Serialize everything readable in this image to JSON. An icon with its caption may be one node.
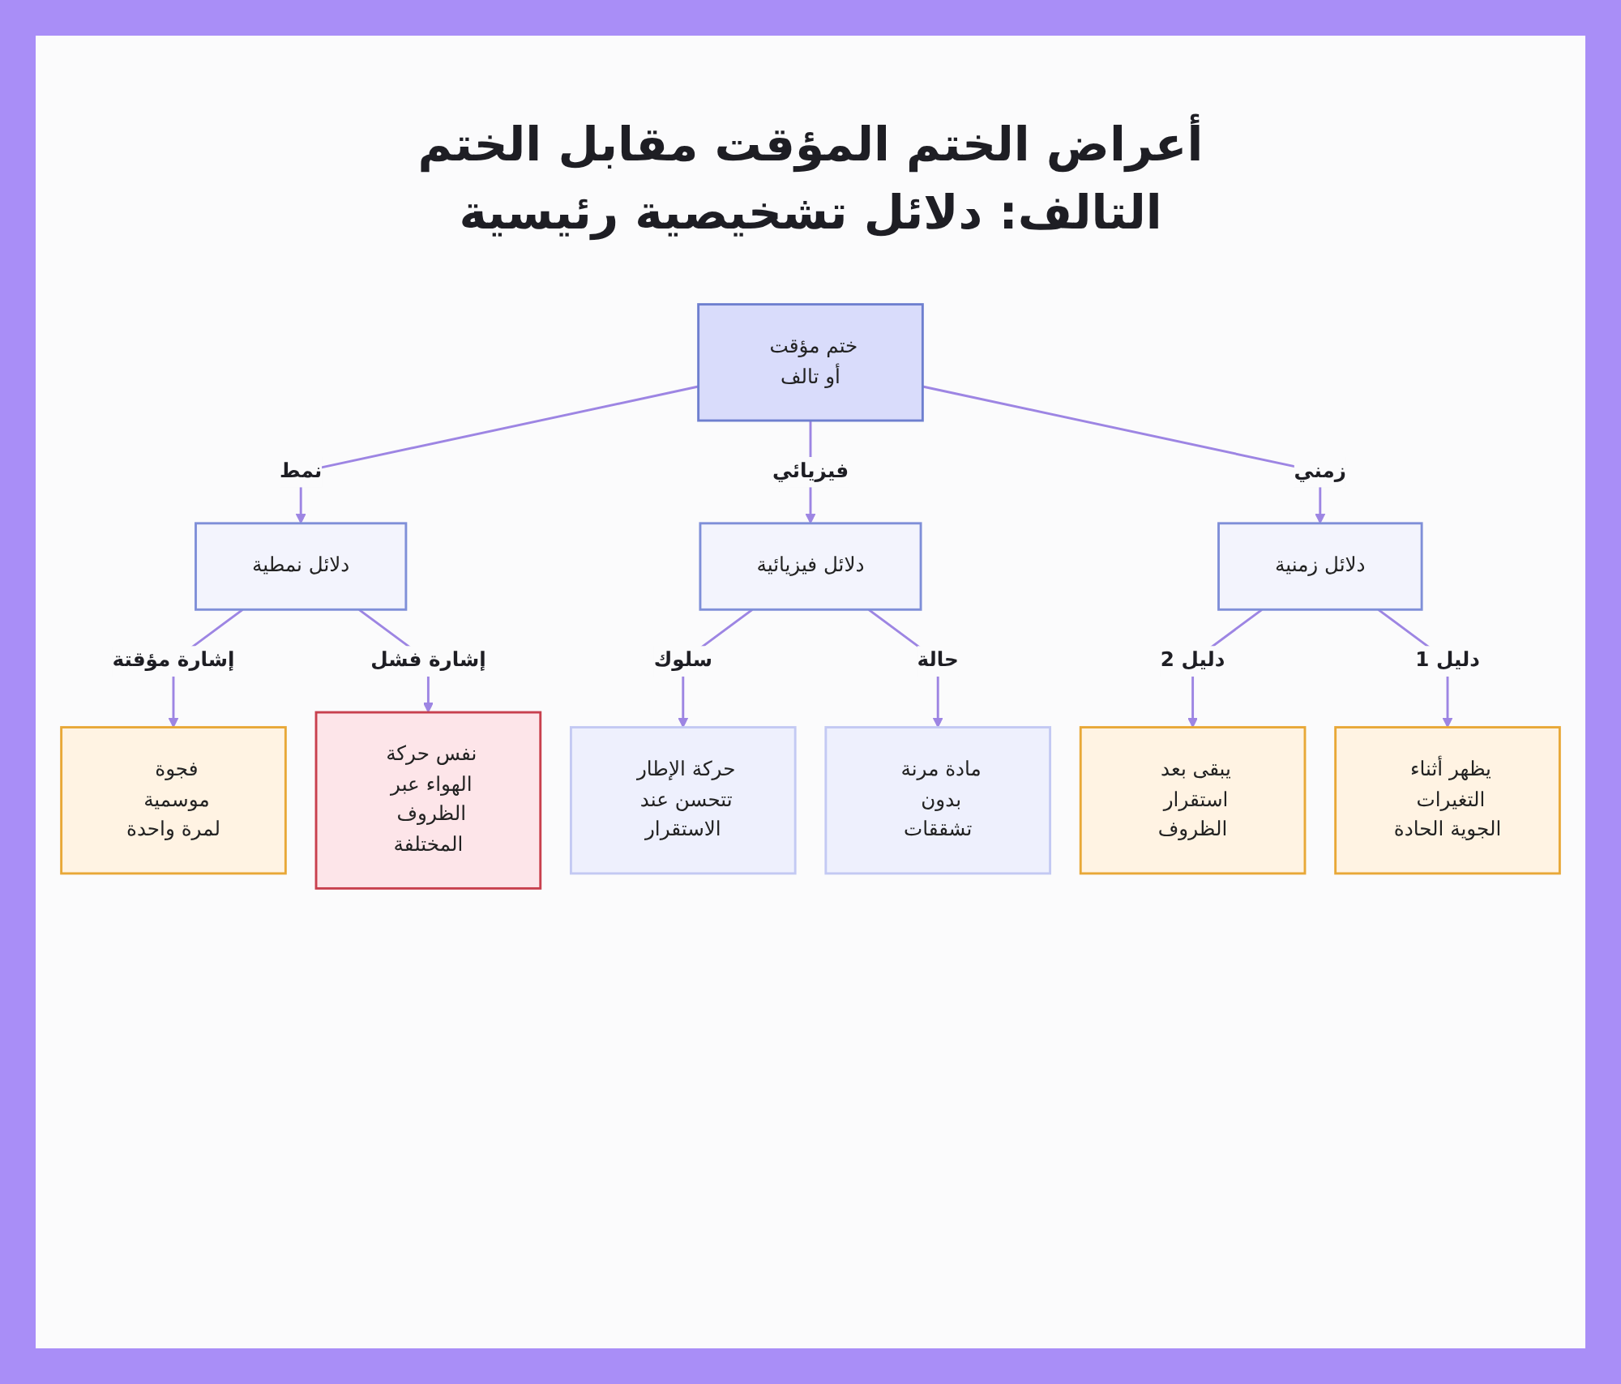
{
  "diagram": {
    "title": "أعراض الختم المؤقت مقابل الختم التالف: دلائل تشخيصية رئيسية",
    "nodes": [
      {
        "text": [
          "ختم مؤقت أو تالف"
        ]
      },
      {
        "text": [
          "دلائل زمنية"
        ]
      },
      {
        "text": [
          "دلائل فيزيائية"
        ]
      },
      {
        "text": [
          "دلائل نمطية"
        ]
      },
      {
        "text": [
          "يظهر أثناء التغيرات الجوية الحادة"
        ]
      },
      {
        "text": [
          "يبقى بعد استقرار الظروف"
        ]
      },
      {
        "text": [
          "مادة مرنة بدون تشققات"
        ]
      },
      {
        "text": [
          "حركة الإطار تتحسن عند الاستقرار"
        ]
      },
      {
        "text": [
          "نفس حركة الهواء عبر الظروف المختلفة"
        ]
      },
      {
        "text": [
          "فجوة موسمية لمرة واحدة"
        ]
      }
    ],
    "edges": [
      {
        "from": 0,
        "to": 3,
        "arrow": "to",
        "label": "نمط"
      },
      {
        "from": 0,
        "to": 2,
        "arrow": "to",
        "label": "فيزيائي"
      },
      {
        "from": 0,
        "to": 1,
        "arrow": "to",
        "label": "زمني"
      },
      {
        "from": 3,
        "to": 9,
        "arrow": "to",
        "label": "إشارة مؤقتة"
      },
      {
        "from": 3,
        "to": 8,
        "arrow": "to",
        "label": "إشارة فشل"
      },
      {
        "from": 2,
        "to": 7,
        "arrow": "to",
        "label": "سلوك"
      },
      {
        "from": 2,
        "to": 6,
        "arrow": "to",
        "label": "حالة"
      },
      {
        "from": 1,
        "to": 5,
        "arrow": "to",
        "label": "دليل 2"
      },
      {
        "from": 1,
        "to": 4,
        "arrow": "to",
        "label": "دليل 1"
      }
    ]
  }
}
